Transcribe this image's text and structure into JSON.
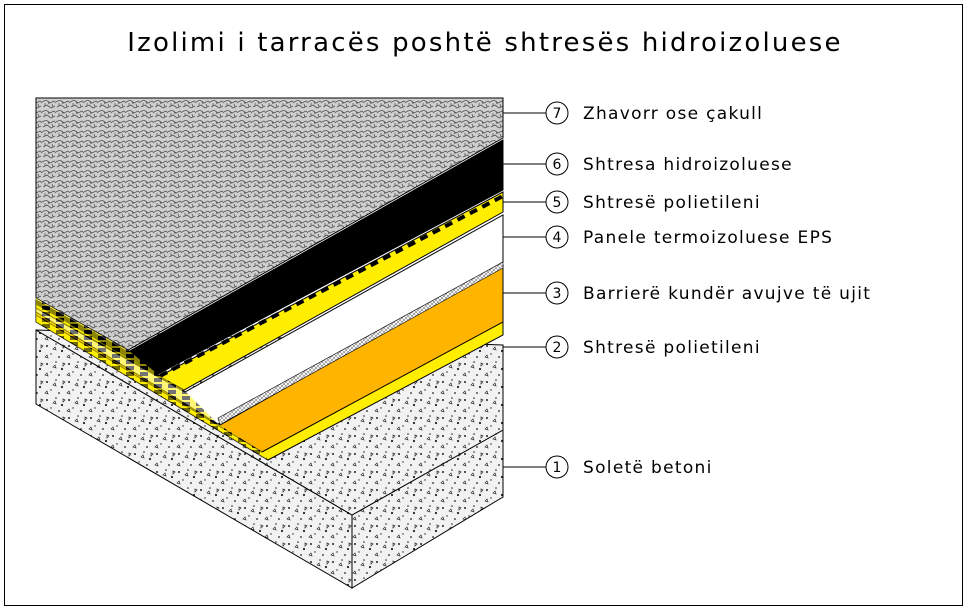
{
  "title": "Izolimi i tarracës poshtë shtresës hidroizoluese",
  "layers": [
    {
      "number": "7",
      "label": "Zhavorr ose çakull",
      "color": "#c8c8c8"
    },
    {
      "number": "6",
      "label": "Shtresa hidroizoluese",
      "color": "#000000"
    },
    {
      "number": "5",
      "label": "Shtresë polietileni",
      "color": "#ffee00"
    },
    {
      "number": "4",
      "label": "Panele termoizoluese EPS",
      "color": "#ffffff"
    },
    {
      "number": "3",
      "label": "Barrierë kundër avujve të ujit",
      "color": "#ffb400"
    },
    {
      "number": "2",
      "label": "Shtresë polietileni",
      "color": "#ffee00"
    },
    {
      "number": "1",
      "label": "Soletë betoni",
      "color": "#e8e8e8"
    }
  ]
}
